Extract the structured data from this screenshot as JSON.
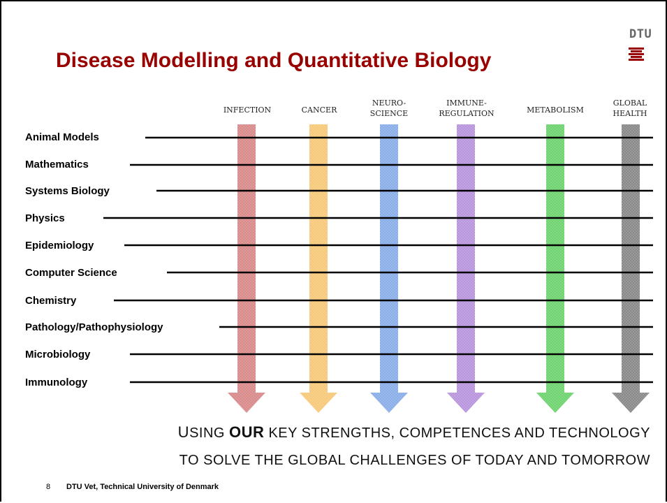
{
  "slide": {
    "title": "Disease Modelling and Quantitative Biology",
    "logo_text": "DTU",
    "columns": [
      {
        "line1": "INFECTION",
        "line2": "",
        "color": "#d98a8a"
      },
      {
        "line1": "CANCER",
        "line2": "",
        "color": "#f7c97a"
      },
      {
        "line1": "NEURO-",
        "line2": "SCIENCE",
        "color": "#8aaee8"
      },
      {
        "line1": "IMMUNE-",
        "line2": "REGULATION",
        "color": "#b995dd"
      },
      {
        "line1": "METABOLISM",
        "line2": "",
        "color": "#6fd36f"
      },
      {
        "line1": "GLOBAL",
        "line2": "HEALTH",
        "color": "#8a8a8a"
      }
    ],
    "rows": [
      "Animal Models",
      "Mathematics",
      "Systems Biology",
      "Physics",
      "Epidemiology",
      "Computer Science",
      "Chemistry",
      "Pathology/Pathophysiology",
      "Microbiology",
      "Immunology"
    ],
    "tagline": {
      "line1_u": "U",
      "line1_a": "SING ",
      "line1_bold": "OUR",
      "line1_b": " KEY STRENGTHS, COMPETENCES AND TECHNOLOGY",
      "line2": "TO SOLVE THE GLOBAL CHALLENGES OF TODAY AND TOMORROW"
    },
    "footer": {
      "page_number": "8",
      "organization": "DTU Vet, Technical University of Denmark"
    },
    "colors": {
      "title": "#990000",
      "lines": "#000000"
    }
  }
}
